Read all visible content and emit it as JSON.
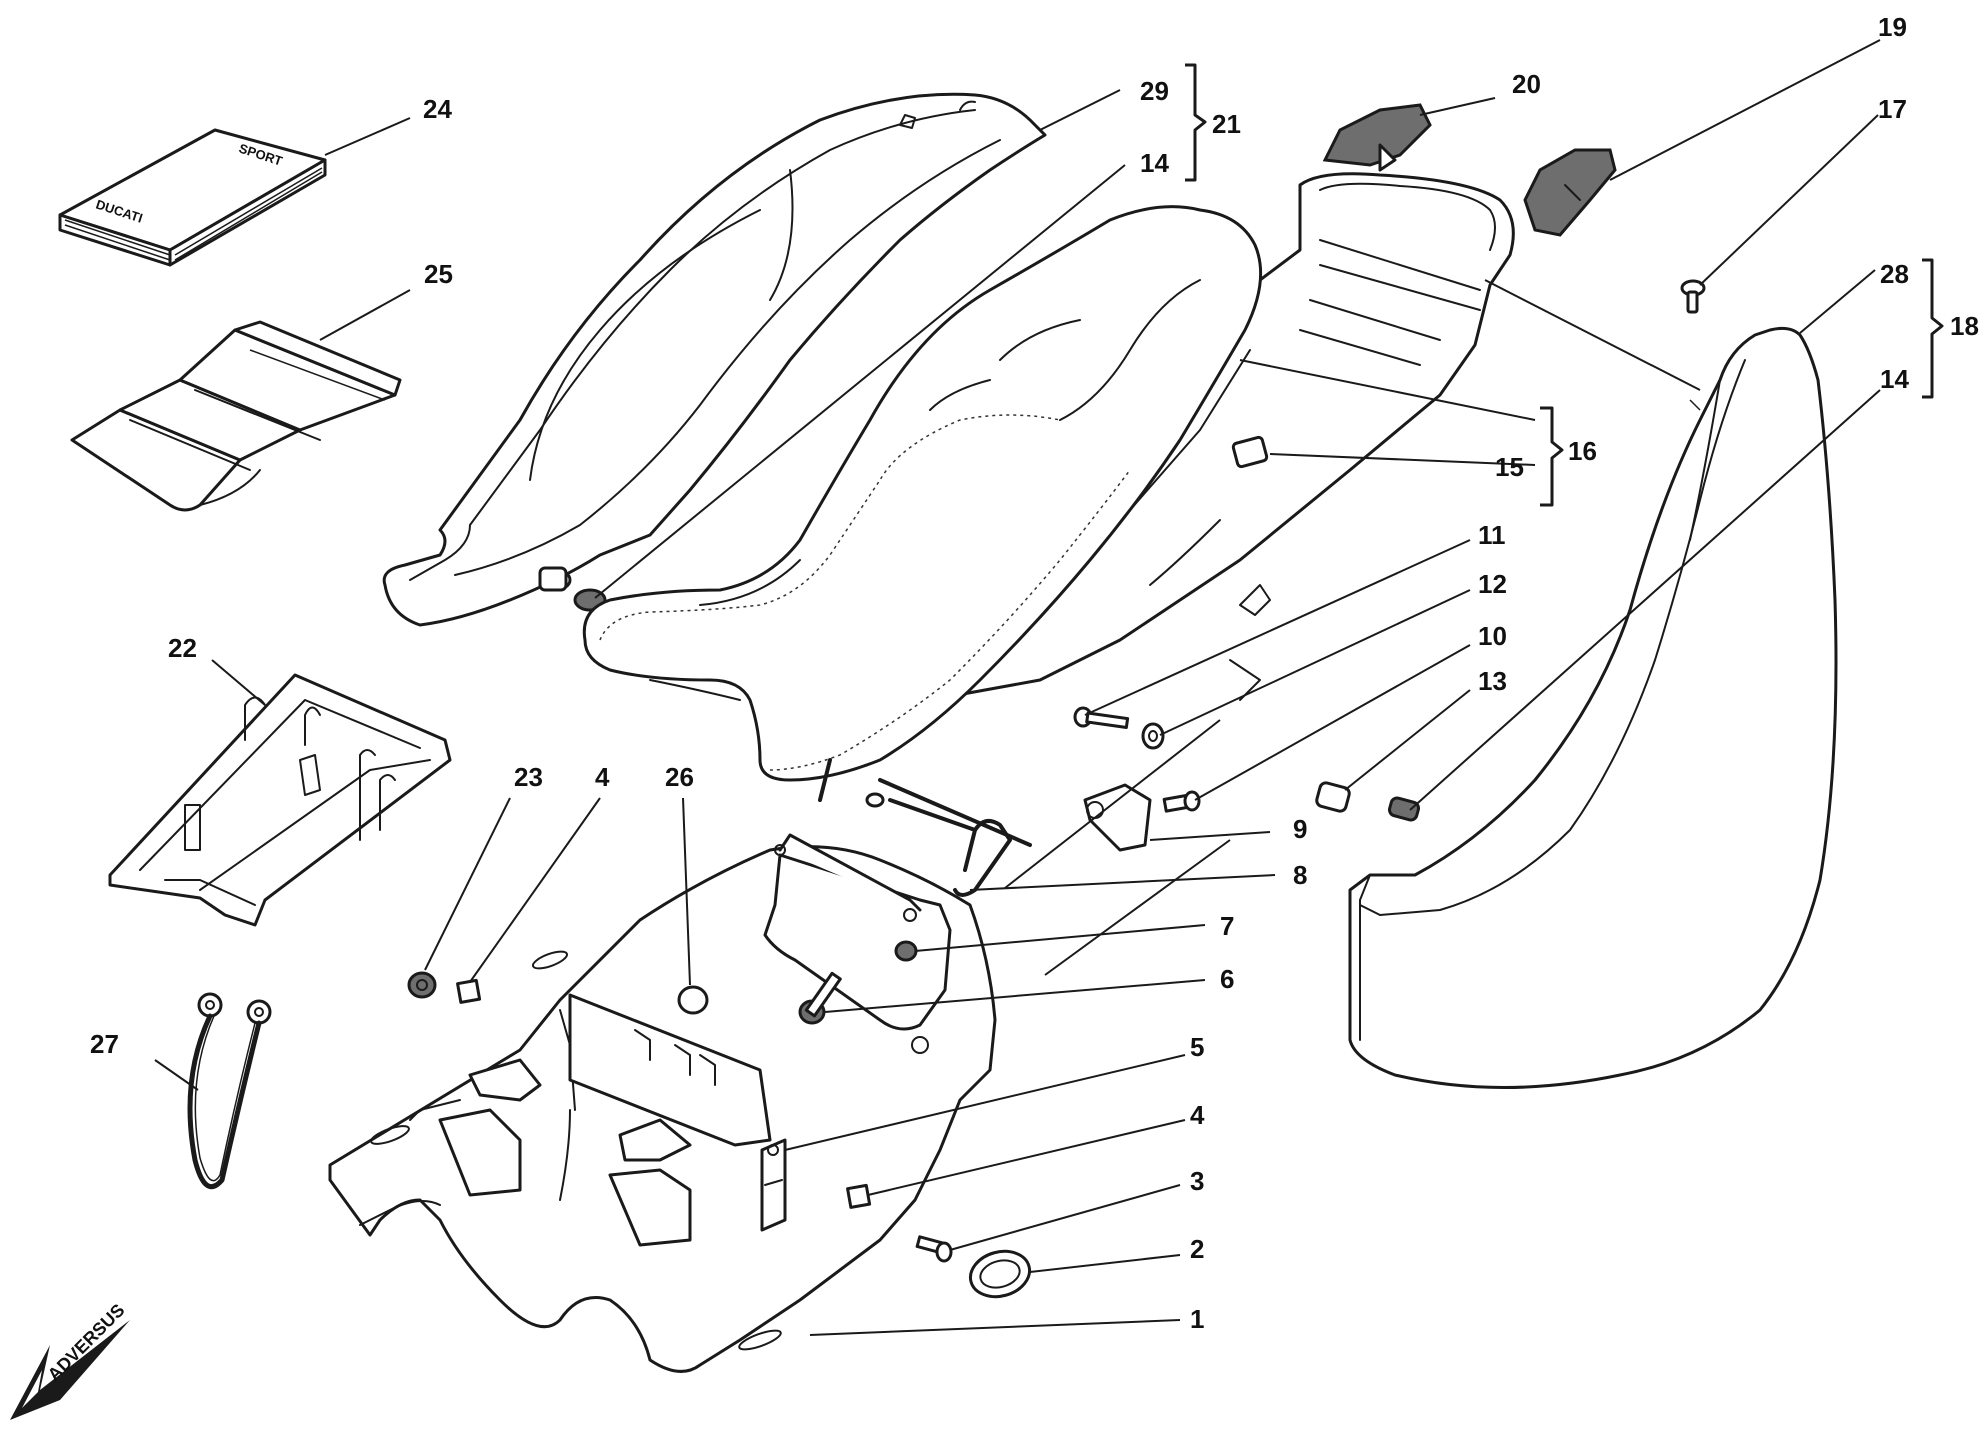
{
  "diagram": {
    "callouts": {
      "c1": "1",
      "c2": "2",
      "c3": "3",
      "c4a": "4",
      "c4b": "4",
      "c5": "5",
      "c6": "6",
      "c7": "7",
      "c8": "8",
      "c9": "9",
      "c10": "10",
      "c11": "11",
      "c12": "12",
      "c13": "13",
      "c14a": "14",
      "c14b": "14",
      "c15": "15",
      "c16": "16",
      "c17": "17",
      "c18": "18",
      "c19": "19",
      "c20": "20",
      "c21": "21",
      "c22": "22",
      "c23": "23",
      "c24": "24",
      "c25": "25",
      "c26": "26",
      "c27": "27",
      "c28": "28",
      "c29": "29"
    },
    "book_labels": {
      "brand": "DUCATI",
      "model": "SPORT"
    },
    "brand_mark": "ADVERSUS"
  }
}
